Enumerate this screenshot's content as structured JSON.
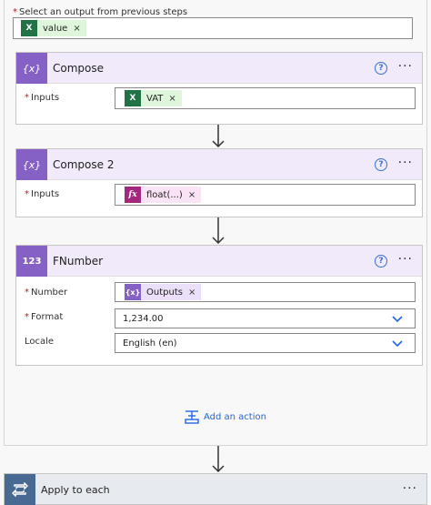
{
  "top_output": {
    "label": "Select an output from previous steps",
    "token": {
      "label": "value",
      "icon": "excel-icon",
      "remove": "×"
    }
  },
  "compose1": {
    "title": "Compose",
    "icon_glyph": "{x}",
    "inputs_label": "Inputs",
    "token": {
      "label": "VAT",
      "icon": "excel-icon",
      "remove": "×"
    },
    "help": "?",
    "more": "···"
  },
  "compose2": {
    "title": "Compose 2",
    "icon_glyph": "{x}",
    "inputs_label": "Inputs",
    "token": {
      "label": "float(...)",
      "icon": "fx-icon",
      "glyph": "fx",
      "remove": "×"
    },
    "help": "?",
    "more": "···"
  },
  "fnumber": {
    "title": "FNumber",
    "icon_glyph": "123",
    "number_label": "Number",
    "number_token": {
      "label": "Outputs",
      "icon": "compose-icon",
      "glyph": "{x}",
      "remove": "×"
    },
    "format_label": "Format",
    "format_value": "1,234.00",
    "locale_label": "Locale",
    "locale_value": "English (en)",
    "help": "?",
    "more": "···"
  },
  "add_action": {
    "label": "Add an action"
  },
  "apply_each": {
    "title": "Apply to each",
    "more": "···"
  },
  "colors": {
    "accent_purple": "#8661c5",
    "excel_green": "#217346",
    "fx_pink": "#a4277e",
    "link_blue": "#2266e3",
    "loop_blue": "#486991"
  }
}
